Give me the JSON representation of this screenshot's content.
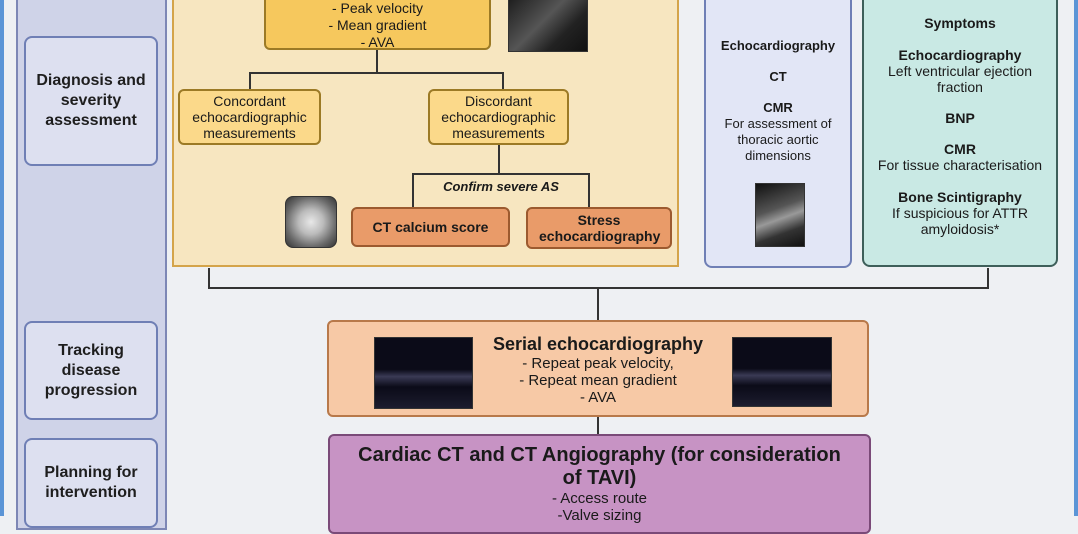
{
  "stages": {
    "diagnosis": "Diagnosis and severity assessment",
    "tracking": "Tracking disease progression",
    "planning": "Planning for intervention"
  },
  "diagnosis": {
    "top_box_lines": [
      "- Peak velocity",
      "- Mean gradient",
      "- AVA"
    ],
    "concordant": "Concordant echocardiographic measurements",
    "discordant": "Discordant echocardiographic measurements",
    "confirm": "Confirm severe AS",
    "ct_calcium": "CT calcium score",
    "stress_echo": "Stress echocardiography"
  },
  "imaging_panel": {
    "echo": "Echocardiography",
    "ct": "CT",
    "cmr_title": "CMR",
    "cmr_desc": "For assessment of thoracic aortic dimensions"
  },
  "assessment_panel": {
    "symptoms": "Symptoms",
    "echo_title": "Echocardiography",
    "echo_desc": "Left ventricular ejection fraction",
    "bnp": "BNP",
    "cmr_title": "CMR",
    "cmr_desc": "For tissue characterisation",
    "bone_title": "Bone Scintigraphy",
    "bone_desc": "If suspicious for ATTR amyloidosis*"
  },
  "serial": {
    "title": "Serial echocardiography",
    "lines": [
      "- Repeat peak velocity,",
      "- Repeat mean gradient",
      "- AVA"
    ]
  },
  "ct_angio": {
    "title_line1": "Cardiac CT and CT Angiography (for consideration",
    "title_line2": "of TAVI)",
    "lines": [
      "- Access route",
      "-Valve sizing"
    ]
  },
  "colors": {
    "diagnosis_panel": "#f7e6c0",
    "yellow_box": "#f6c85d",
    "orange_box": "#e99b69",
    "imaging_panel": "#e2e6f6",
    "assessment_panel": "#c9e9e4",
    "serial_box": "#f7c9a6",
    "ct_box": "#c793c4"
  }
}
